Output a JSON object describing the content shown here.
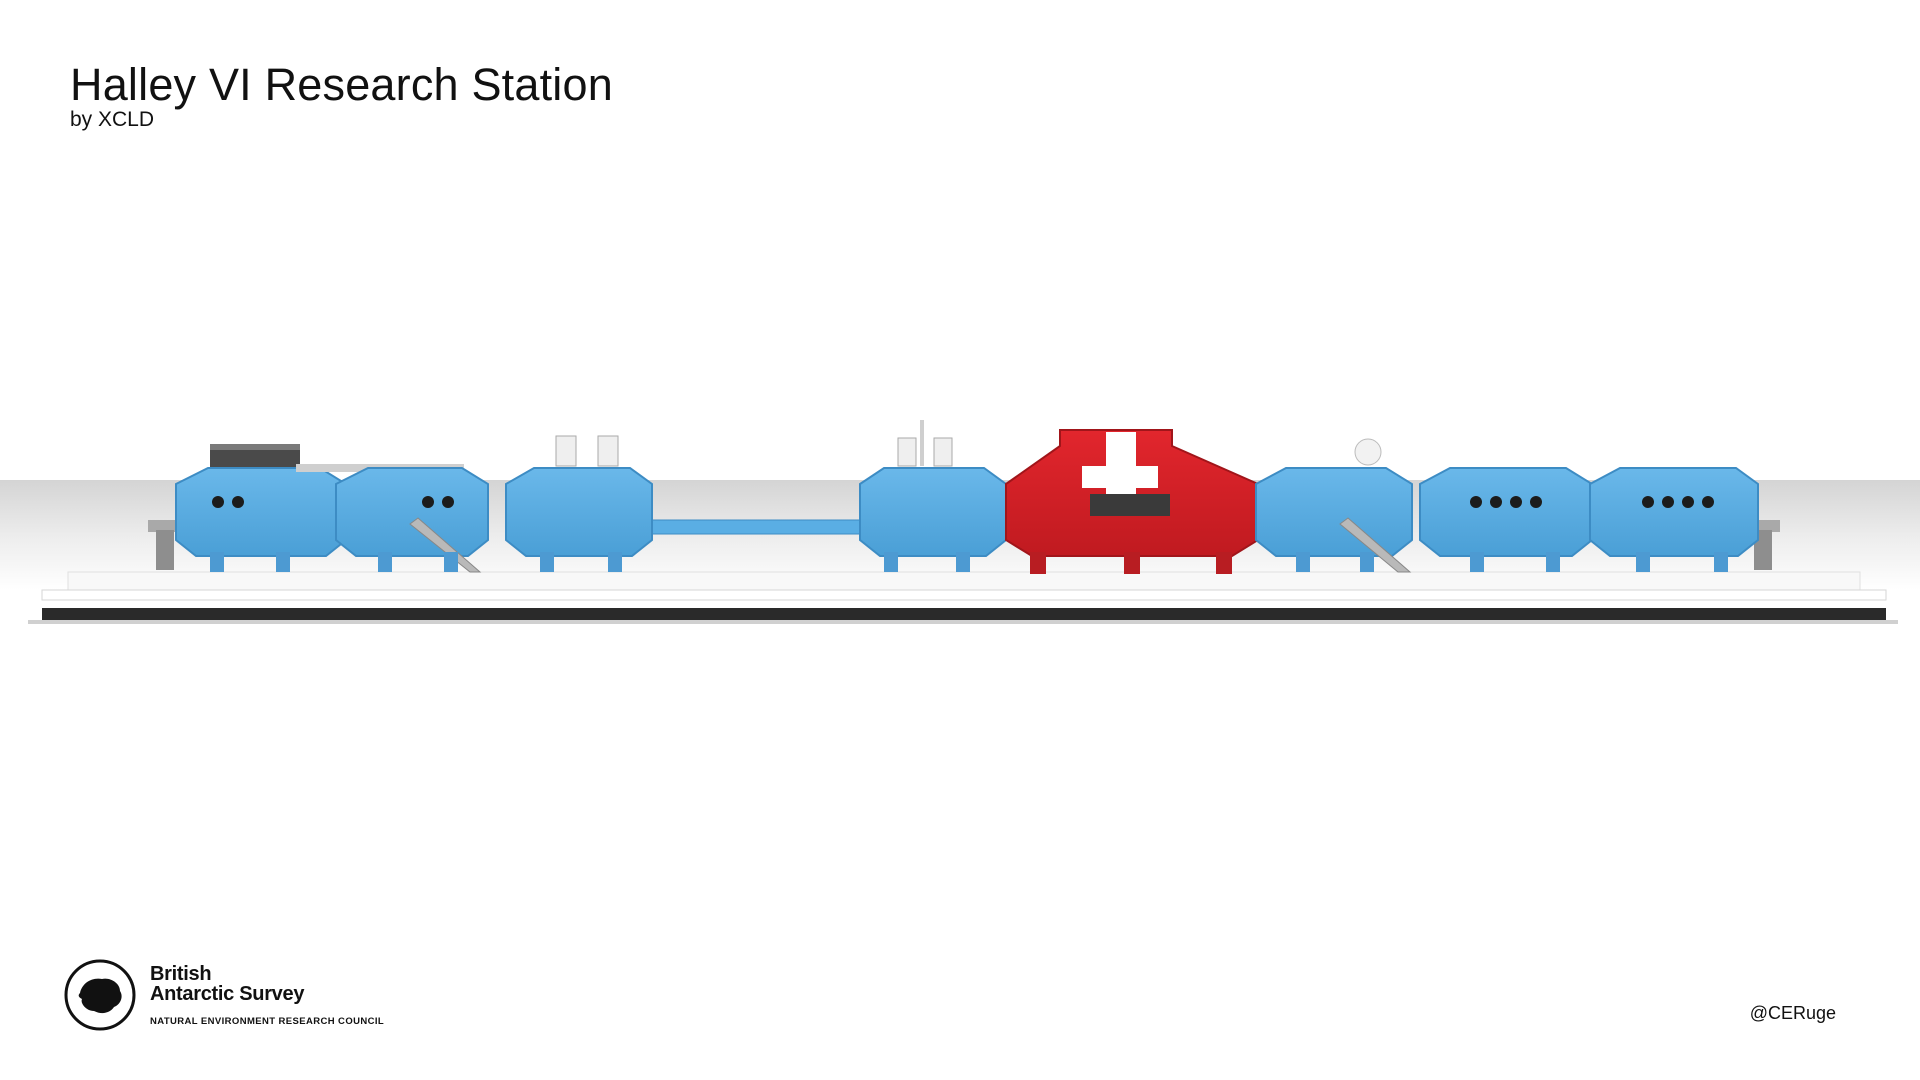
{
  "header": {
    "title": "Halley VI Research Station",
    "subtitle": "by XCLD"
  },
  "scene": {
    "description_icon": "lego-model-illustration",
    "colors": {
      "module_blue": "#5aaee4",
      "module_blue_dark": "#3d8cc4",
      "module_red": "#d71f26",
      "base_white": "#f7f7f7",
      "base_black": "#2a2a2a",
      "horizon_gray": "#d9d9d9"
    }
  },
  "logo": {
    "icon": "antarctica-globe-icon",
    "line1": "British",
    "line2": "Antarctic Survey",
    "line3": "NATURAL ENVIRONMENT RESEARCH COUNCIL"
  },
  "credit": {
    "handle": "@CERuge"
  }
}
